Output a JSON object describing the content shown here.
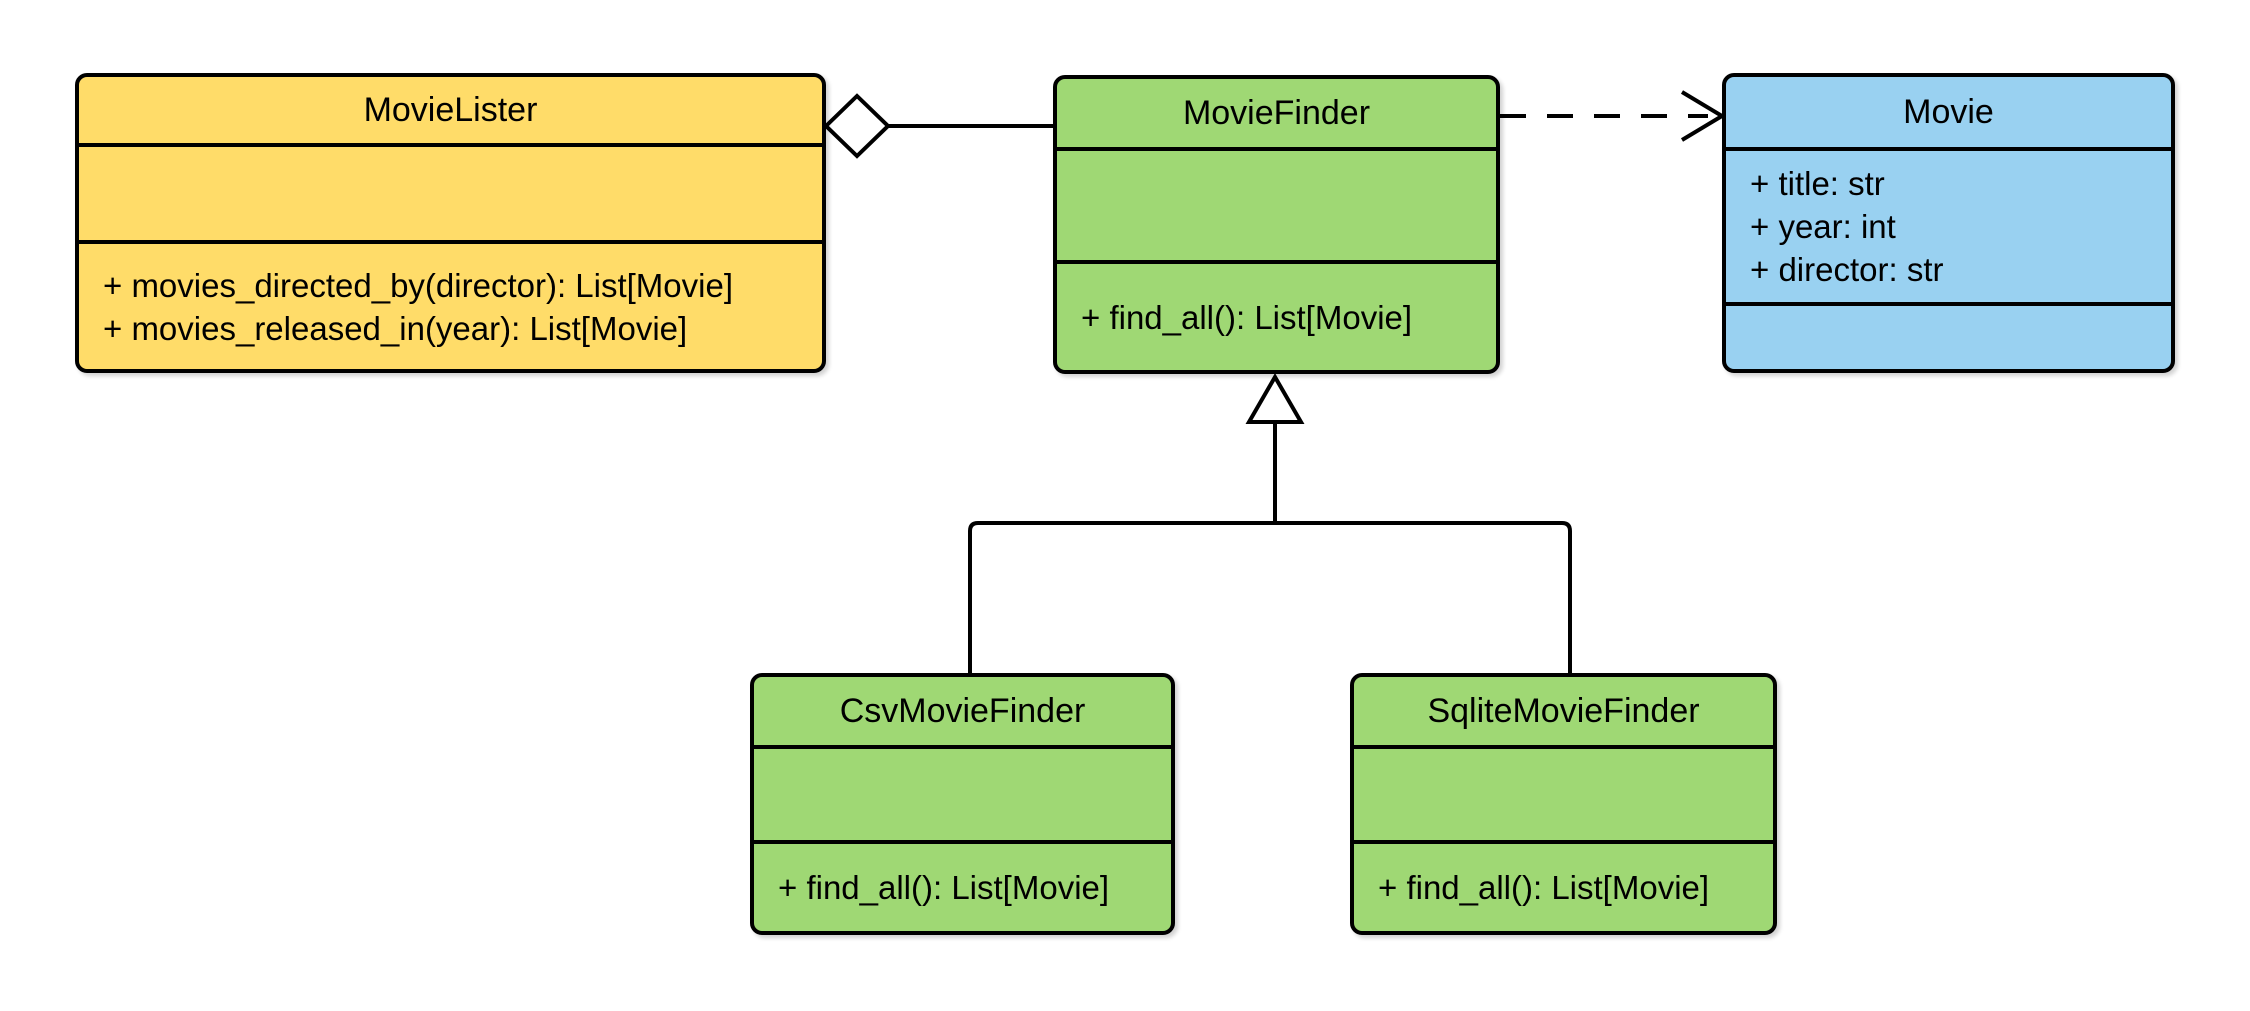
{
  "diagram": {
    "kind": "uml-class-diagram",
    "background_color": "#FFFFFF",
    "stroke_color": "#000000",
    "classes": [
      {
        "name": "MovieLister",
        "fill": "#FFDC69",
        "attributes": [],
        "methods": [
          "+ movies_directed_by(director): List[Movie]",
          "+ movies_released_in(year): List[Movie]"
        ]
      },
      {
        "name": "MovieFinder",
        "fill": "#9FD874",
        "attributes": [],
        "methods": [
          "+ find_all(): List[Movie]"
        ]
      },
      {
        "name": "Movie",
        "fill": "#99D1F1",
        "attributes": [
          "+ title: str",
          "+ year: int",
          "+ director: str"
        ],
        "methods": []
      },
      {
        "name": "CsvMovieFinder",
        "fill": "#9FD874",
        "attributes": [],
        "methods": [
          "+ find_all(): List[Movie]"
        ]
      },
      {
        "name": "SqliteMovieFinder",
        "fill": "#9FD874",
        "attributes": [],
        "methods": [
          "+ find_all(): List[Movie]"
        ]
      }
    ],
    "relationships": [
      {
        "type": "aggregation",
        "from": "MovieLister",
        "to": "MovieFinder",
        "marker": "open-diamond",
        "line": "solid"
      },
      {
        "type": "dependency",
        "from": "MovieFinder",
        "to": "Movie",
        "marker": "open-arrow",
        "line": "dashed"
      },
      {
        "type": "inheritance",
        "from": "CsvMovieFinder",
        "to": "MovieFinder",
        "marker": "hollow-triangle",
        "line": "solid"
      },
      {
        "type": "inheritance",
        "from": "SqliteMovieFinder",
        "to": "MovieFinder",
        "marker": "hollow-triangle",
        "line": "solid"
      }
    ]
  }
}
